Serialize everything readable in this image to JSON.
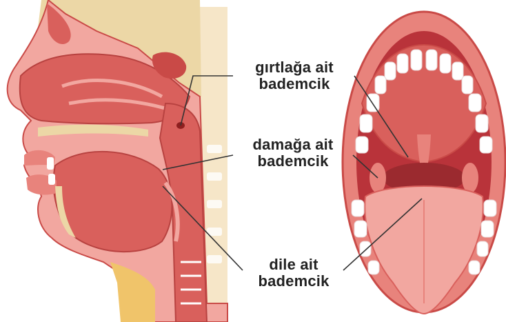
{
  "labels": {
    "pharyngeal": {
      "line1": "gırtlağa ait",
      "line2": "bademcik"
    },
    "palatine": {
      "line1": "damağa ait",
      "line2": "bademcik"
    },
    "lingual": {
      "line1": "dile ait",
      "line2": "bademcik"
    }
  },
  "colors": {
    "tissue": "#d9605c",
    "tissue_light": "#f2a7a0",
    "mucosa": "#e8837c",
    "bone": "#ecd7a6",
    "skin": "#f7c9a4",
    "fat": "#f0c46a",
    "teeth": "#ffffff",
    "line": "#333333"
  }
}
